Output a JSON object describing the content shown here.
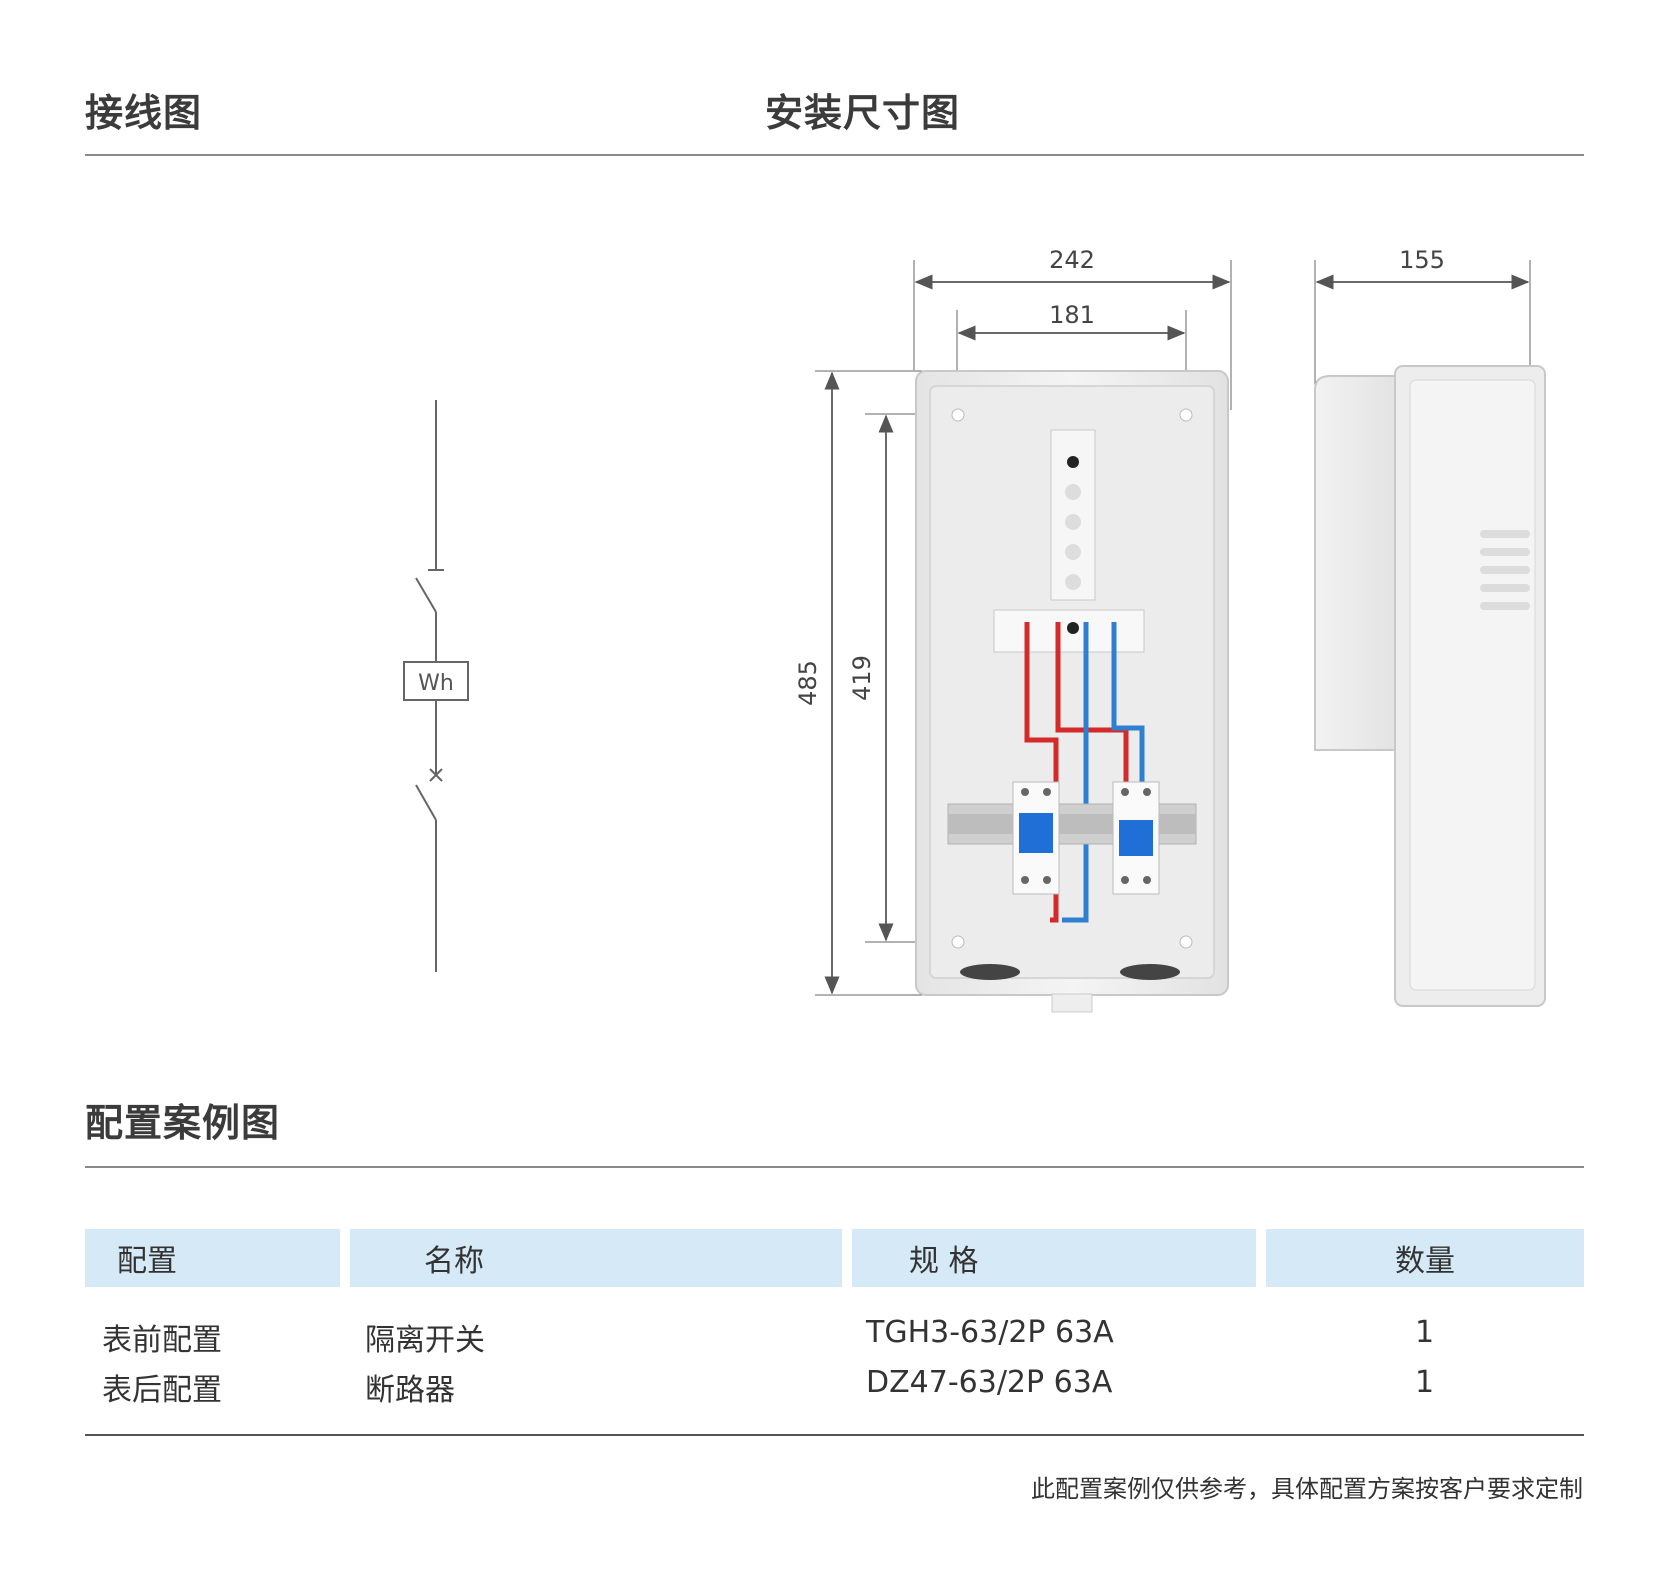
{
  "sections": {
    "wiring_title": "接线图",
    "install_title": "安装尺寸图",
    "config_title": "配置案例图"
  },
  "wiring_diagram": {
    "meter_label": "Wh"
  },
  "dimensions": {
    "front_width": "242",
    "hole_spacing_width": "181",
    "front_height": "485",
    "hole_spacing_height": "419",
    "depth": "155"
  },
  "table": {
    "headers": [
      "配置",
      "名称",
      "规 格",
      "数量"
    ],
    "rows": [
      {
        "config": "表前配置",
        "name": "隔离开关",
        "spec": "TGH3-63/2P 63A",
        "qty": "1"
      },
      {
        "config": "表后配置",
        "name": "断路器",
        "spec": "DZ47-63/2P 63A",
        "qty": "1"
      }
    ]
  },
  "note": "此配置案例仅供参考，具体配置方案按客户要求定制",
  "colors": {
    "header_bg": "#d5eaf6",
    "rule": "#8a8a8a",
    "wire_red": "#d42a2a",
    "wire_blue": "#2f7fd0",
    "breaker_blue": "#1f6fd6"
  }
}
